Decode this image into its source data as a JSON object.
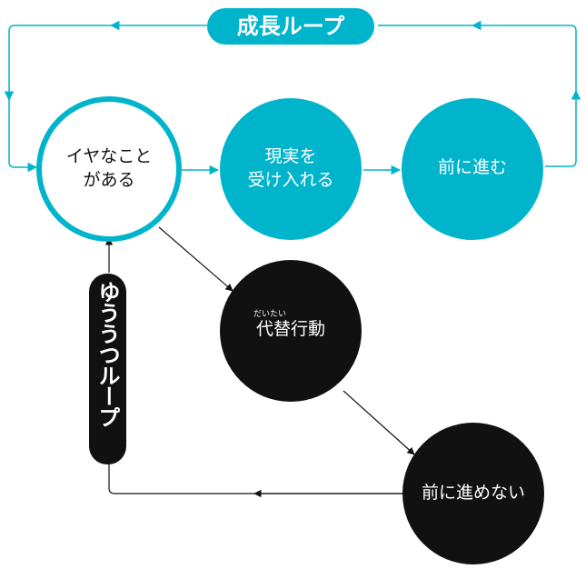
{
  "loops": {
    "growth_loop_label": "成長ループ",
    "depression_loop_label": "ゆううつループ"
  },
  "nodes": {
    "trouble": "イヤなことがある",
    "accept_reality": "現実を受け入れる",
    "move_forward": "前に進む",
    "substitute_behavior": "代替行動",
    "substitute_behavior_ruby": "だいたい",
    "cannot_move_forward": "前に進めない"
  },
  "colors": {
    "accent": "#00b4cc",
    "dark": "#111111"
  }
}
